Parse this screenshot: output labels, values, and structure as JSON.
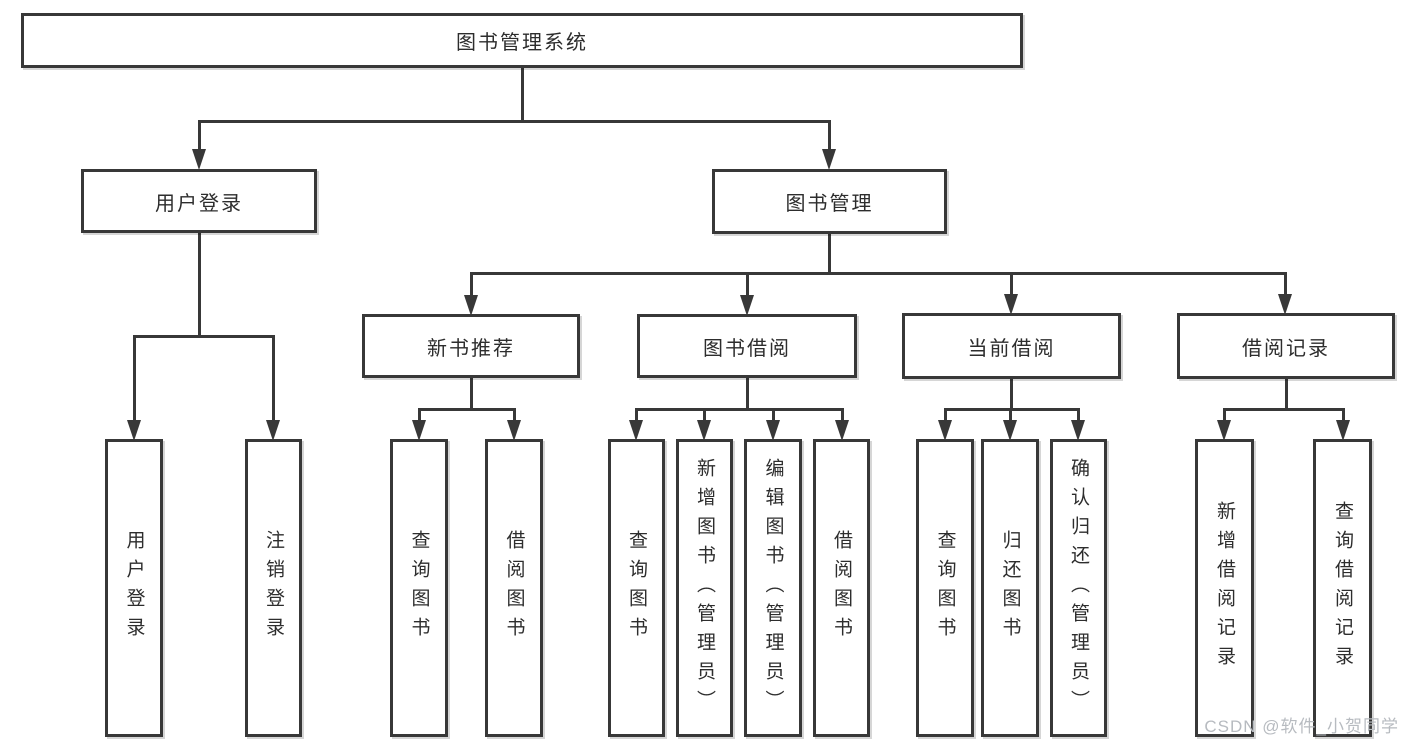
{
  "colors": {
    "line": "#383838",
    "text": "#2d2d2d",
    "watermark": "#b7bbc0",
    "background": "#ffffff"
  },
  "watermark": "CSDN @软件_小贺同学",
  "nodes": {
    "root": "图书管理系统",
    "user_login": "用户登录",
    "book_mgmt": "图书管理",
    "new_book": "新书推荐",
    "book_borrow": "图书借阅",
    "current_borrow": "当前借阅",
    "borrow_record": "借阅记录",
    "leaf_user_login": "用户登录",
    "leaf_logout": "注销登录",
    "leaf_nb_query": "查询图书",
    "leaf_nb_borrow": "借阅图书",
    "leaf_bb_query": "查询图书",
    "leaf_bb_add": "新增图书（管理员）",
    "leaf_bb_edit": "编辑图书（管理员）",
    "leaf_bb_borrow": "借阅图书",
    "leaf_cb_query": "查询图书",
    "leaf_cb_return": "归还图书",
    "leaf_cb_confirm": "确认归还（管理员）",
    "leaf_br_add": "新增借阅记录",
    "leaf_br_query": "查询借阅记录"
  },
  "hierarchy": {
    "图书管理系统": [
      "用户登录",
      "图书管理"
    ],
    "用户登录": [
      "用户登录",
      "注销登录"
    ],
    "图书管理": [
      "新书推荐",
      "图书借阅",
      "当前借阅",
      "借阅记录"
    ],
    "新书推荐": [
      "查询图书",
      "借阅图书"
    ],
    "图书借阅": [
      "查询图书",
      "新增图书（管理员）",
      "编辑图书（管理员）",
      "借阅图书"
    ],
    "当前借阅": [
      "查询图书",
      "归还图书",
      "确认归还（管理员）"
    ],
    "借阅记录": [
      "新增借阅记录",
      "查询借阅记录"
    ]
  }
}
